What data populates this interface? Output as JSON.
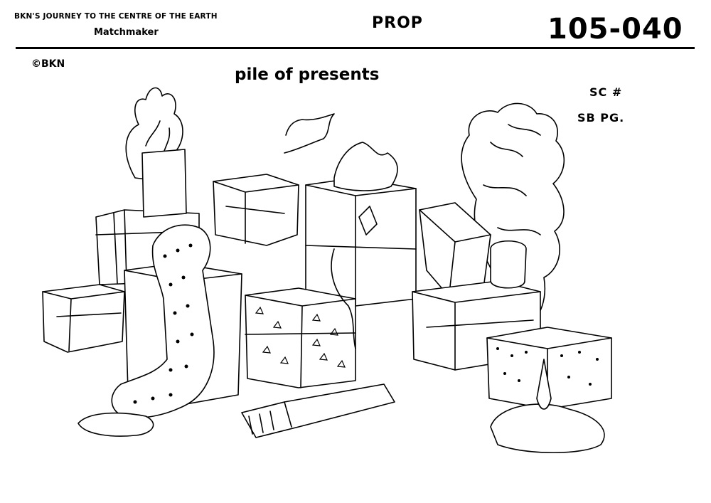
{
  "header": {
    "production": "BKN'S JOURNEY TO THE CENTRE OF THE EARTH",
    "episode": "Matchmaker",
    "category": "PROP",
    "code": "105-040"
  },
  "copyright": "©BKN",
  "title": "pile of presents",
  "fields": {
    "scene": "SC #",
    "storyboard_page": "SB PG."
  },
  "colors": {
    "ink": "#000000",
    "paper": "#ffffff"
  }
}
